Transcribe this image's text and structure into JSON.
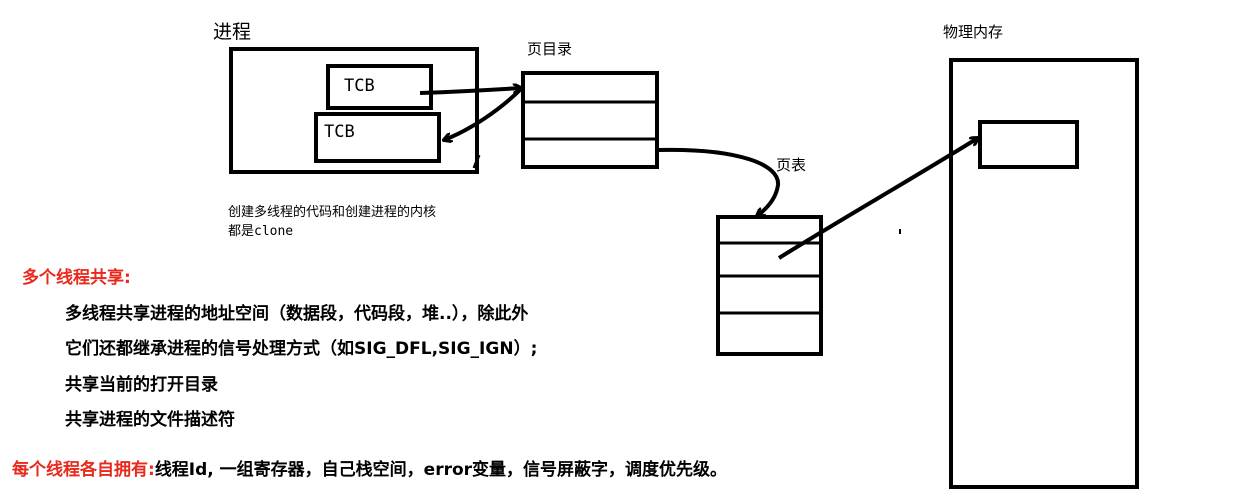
{
  "labels": {
    "process": "进程",
    "page_directory": "页目录",
    "page_table": "页表",
    "physical_memory": "物理内存",
    "tcb_1": "TCB",
    "tcb_2": "TCB"
  },
  "note": {
    "line1": "创建多线程的代码和创建进程的内核",
    "line2": "都是clone"
  },
  "shared": {
    "title": "多个线程共享:",
    "items": [
      "多线程共享进程的地址空间（数据段，代码段，堆..），除此外",
      "它们还都继承进程的信号处理方式（如SIG_DFL,SIG_IGN）;",
      "共享当前的打开目录",
      "共享进程的文件描述符"
    ]
  },
  "owned": {
    "title": "每个线程各自拥有:",
    "text": "线程Id, 一组寄存器，自己栈空间，error变量，信号屏蔽字，调度优先级。"
  },
  "colors": {
    "highlight": "#e8291c",
    "ink": "#000000"
  }
}
